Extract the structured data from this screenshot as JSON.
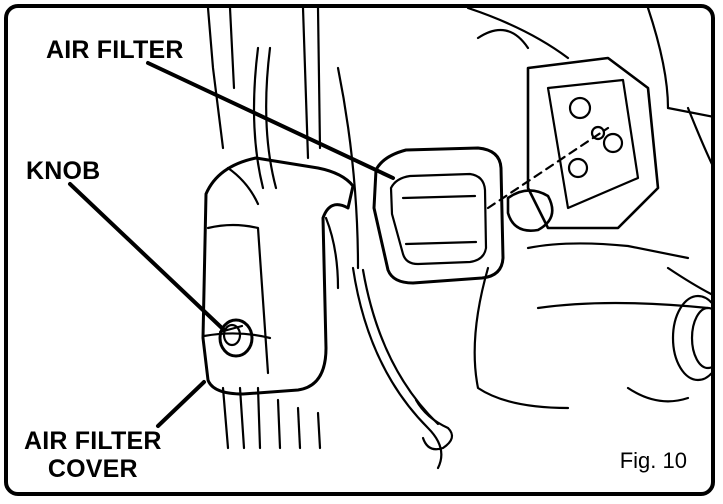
{
  "labels": {
    "air_filter": "AIR FILTER",
    "knob": "KNOB",
    "air_filter_cover_line1": "AIR FILTER",
    "air_filter_cover_line2": "COVER"
  },
  "figure_caption": "Fig. 10",
  "colors": {
    "ink": "#000000",
    "paper": "#ffffff"
  }
}
